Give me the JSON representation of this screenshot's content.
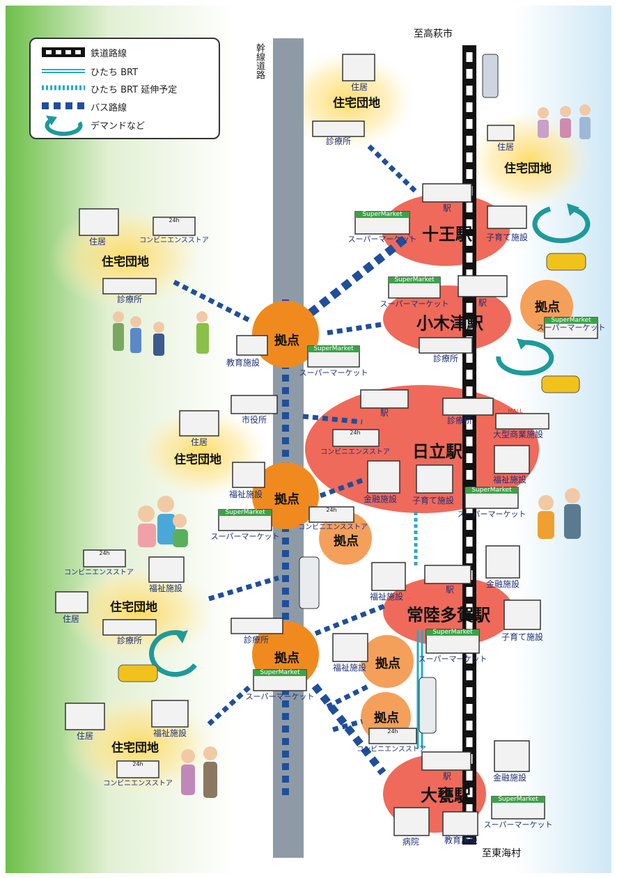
{
  "legend": {
    "railway": "鉄道路線",
    "brt": "ひたち BRT",
    "brt_extension": "ひたち BRT 延伸予定",
    "bus": "バス路線",
    "demand": "デマンドなど"
  },
  "terminals": {
    "north": "至高萩市",
    "south": "至東海村"
  },
  "highway": {
    "label": "幹線道路"
  },
  "stations": [
    {
      "name": "十王駅"
    },
    {
      "name": "小木津駅"
    },
    {
      "name": "日立駅"
    },
    {
      "name": "常陸多賀駅"
    },
    {
      "name": "大甕駅"
    }
  ],
  "hubs": [
    {
      "name": "拠点"
    },
    {
      "name": "拠点"
    },
    {
      "name": "拠点"
    },
    {
      "name": "拠点"
    },
    {
      "name": "拠点"
    },
    {
      "name": "拠点"
    },
    {
      "name": "拠点"
    }
  ],
  "housing": [
    {
      "name": "住宅団地"
    },
    {
      "name": "住宅団地"
    },
    {
      "name": "住宅団地"
    },
    {
      "name": "住宅団地"
    },
    {
      "name": "住宅団地"
    },
    {
      "name": "住宅団地"
    }
  ],
  "facilities": {
    "station": "駅",
    "residence": "住居",
    "clinic": "診療所",
    "supermarket": "スーパーマーケット",
    "supermarket_sign": "SuperMarket",
    "convenience": "コンビニエンスストア",
    "convenience_sign": "24h",
    "childcare": "子育て施設",
    "education": "教育施設",
    "city_hall": "市役所",
    "welfare": "福祉施設",
    "finance": "金融施設",
    "mall": "大型商業施設",
    "mall_sign": "MALL",
    "hospital": "病院"
  },
  "colors": {
    "green": "#6cc04a",
    "sky": "#cfe8f5",
    "highway": "#8e9ba7",
    "station_area": "#ef6a5a",
    "hub": "#f08a1e",
    "small_hub": "#f4a05a",
    "bus": "#1f4e9c",
    "brt": "#27a9c9",
    "demand": "#1d9a9a",
    "label": "#1f2f7a"
  }
}
